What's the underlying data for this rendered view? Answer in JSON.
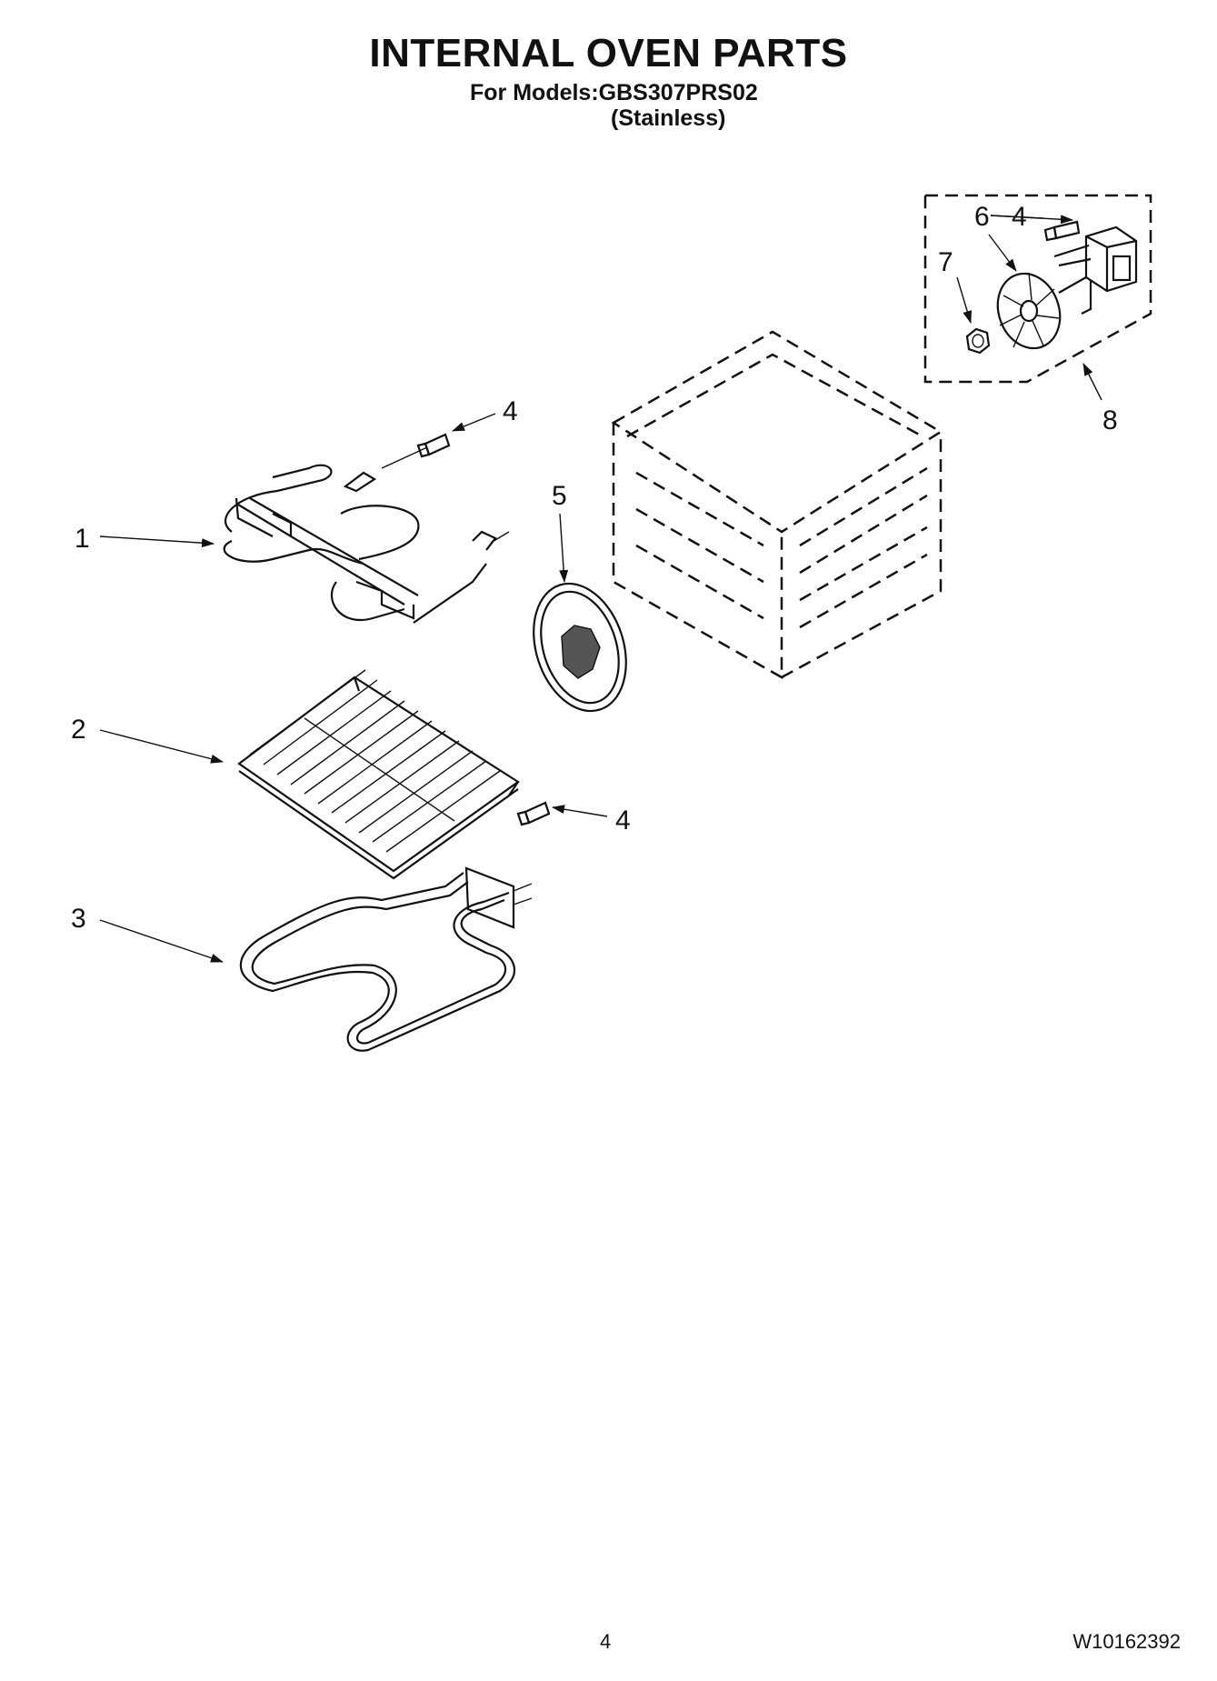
{
  "header": {
    "title": "INTERNAL OVEN PARTS",
    "models_line": "For Models:GBS307PRS02",
    "finish_line": "(Stainless)"
  },
  "callouts": {
    "c1": "1",
    "c2": "2",
    "c3": "3",
    "c4a": "4",
    "c4b": "4",
    "c4c": "4",
    "c5": "5",
    "c6": "6",
    "c7": "7",
    "c8": "8"
  },
  "footer": {
    "page_number": "4",
    "document_number": "W10162392"
  }
}
